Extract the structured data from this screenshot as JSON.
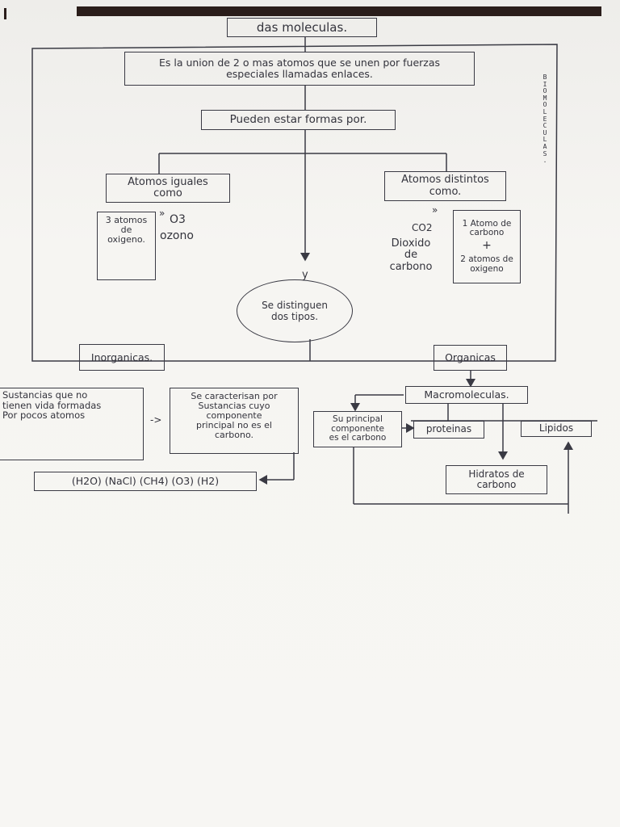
{
  "title": "das moleculas.",
  "definition": "Es la union de 2 o mas atomos que se unen por fuerzas especiales llamadas enlaces.",
  "pueden": "Pueden estar formas por.",
  "side_label": "BIOMOLECULAS.",
  "left_branch": {
    "header": "Atomos iguales\ncomo",
    "example_box": "3 atomos\nde\noxigeno.",
    "arrow": "»",
    "formula": "O3",
    "name": "ozono"
  },
  "right_branch": {
    "header": "Atomos distintos\ncomo.",
    "arrow": "»",
    "formula": "CO2",
    "name": "Dioxido\nde\ncarbono",
    "box_line1": "1 Atomo de\ncarbono",
    "plus": "+",
    "box_line2": "2 atomos de\noxigeno"
  },
  "center": {
    "y": "y",
    "ellipse": "Se distinguen\ndos tipos."
  },
  "inorganicas": {
    "label": "Inorganicas.",
    "desc": "Sustancias que no\ntienen vida formadas\nPor pocos atomos",
    "arrow": "->",
    "detail": "Se caracterisan por\nSustancias cuyo\ncomponente\nprincipal no es el\ncarbono.",
    "examples": "(H2O) (NaCl) (CH4) (O3) (H2)"
  },
  "organicas": {
    "label": "Organicas",
    "macro": "Macromoleculas.",
    "component": "Su principal\ncomponente\nes el carbono",
    "proteinas": "proteinas",
    "lipidos": "Lipidos",
    "hidratos": "Hidratos de\ncarbono"
  }
}
